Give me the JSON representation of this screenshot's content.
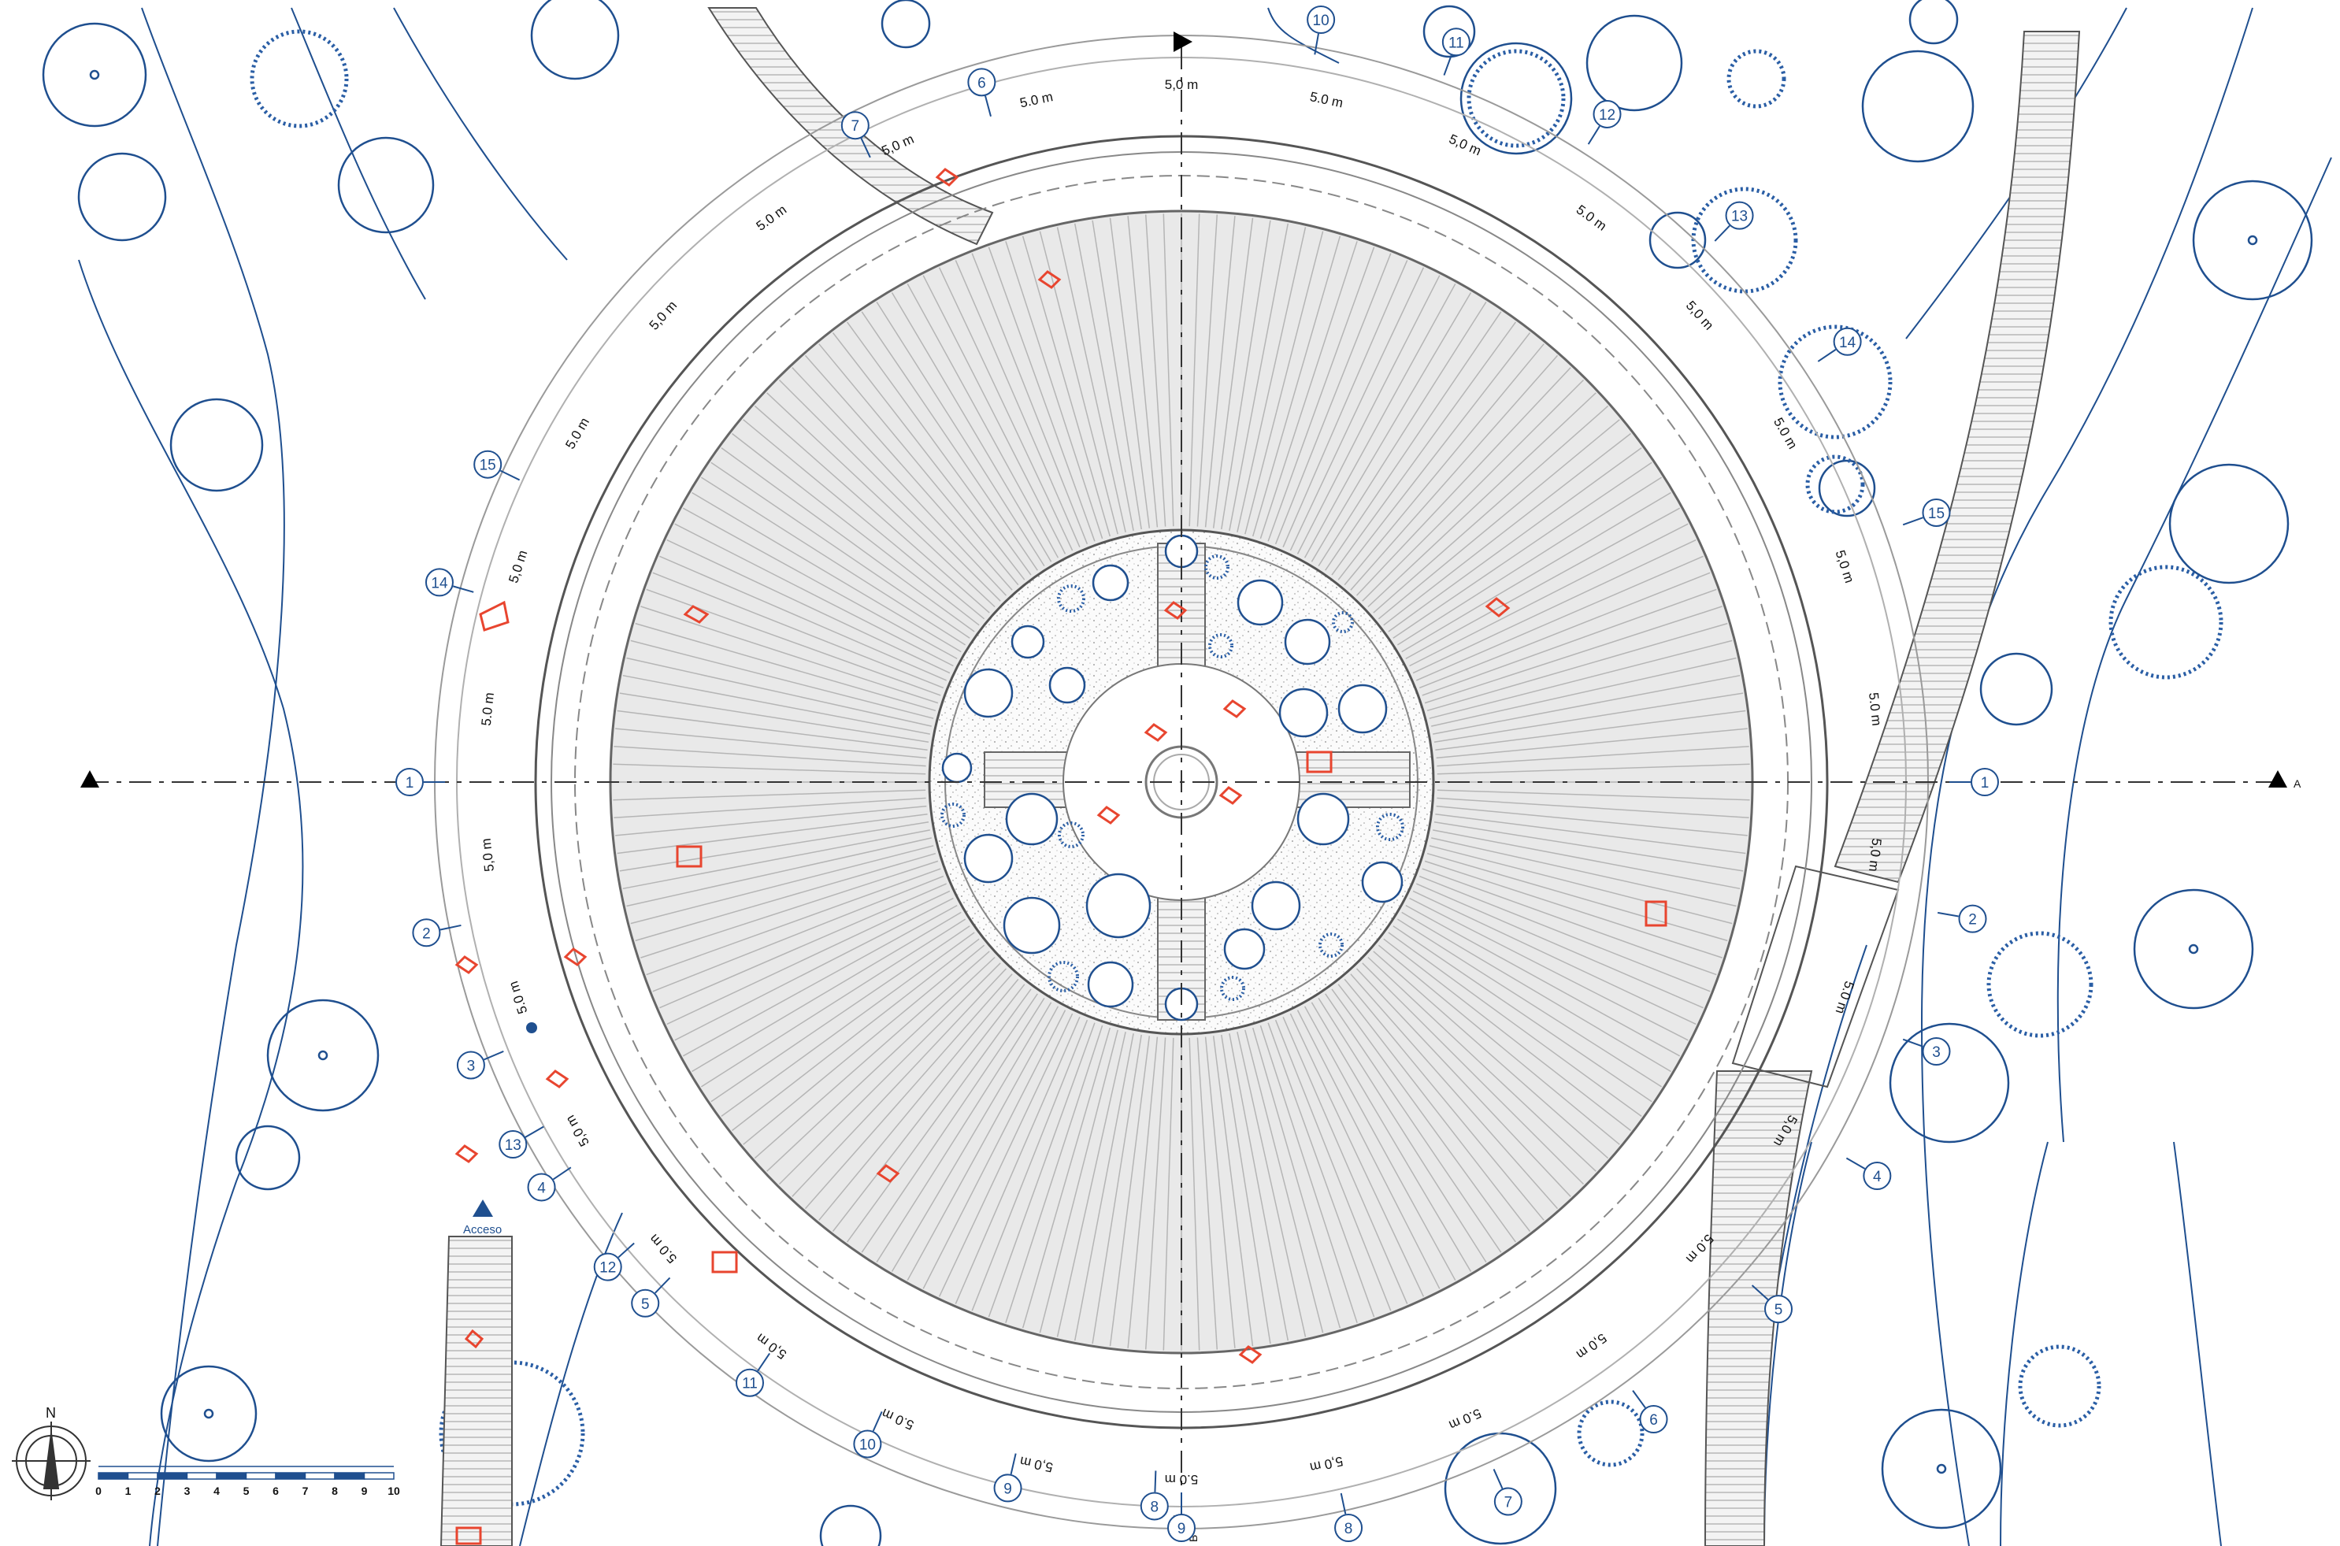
{
  "plan": {
    "accent_blue": "#1f4f8f",
    "furniture_red": "#e8452f",
    "line_gray": "#8a8a8a",
    "section_a_label": "A",
    "section_b_label": "B",
    "entrance_label": "Acceso",
    "north_label": "N",
    "outer_ring_callouts": [
      "1",
      "2",
      "3",
      "4",
      "5",
      "6",
      "7",
      "8",
      "9",
      "10",
      "11",
      "12",
      "13",
      "14",
      "15"
    ],
    "west_ring_callouts": [
      "1",
      "2",
      "3",
      "4",
      "5",
      "6",
      "7",
      "8",
      "9",
      "10",
      "11",
      "12",
      "13",
      "14",
      "15"
    ],
    "dimension_label": "5,0 m",
    "dimension_label_alt": "5.0 m",
    "scale_bar_ticks": [
      "0",
      "1",
      "2",
      "3",
      "4",
      "5",
      "6",
      "7",
      "8",
      "9",
      "10"
    ]
  }
}
